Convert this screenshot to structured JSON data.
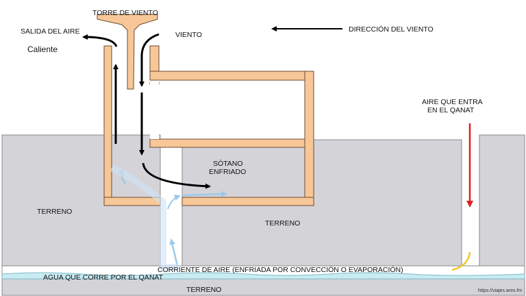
{
  "labels": {
    "tower": "TORRE DE VIENTO",
    "hot_air_exit": "SALIDA DEL AIRE",
    "hot": "Caliente",
    "wind": "VIENTO",
    "wind_direction": "DIRECCIÓN DEL VIENTO",
    "air_in_line1": "AIRE QUE ENTRA",
    "air_in_line2": "EN EL QANAT",
    "basement_line1": "SÓTANO",
    "basement_line2": "ENFRIADO",
    "ground_left": "TERRENO",
    "ground_center": "TERRENO",
    "ground_bottom": "TERRENO",
    "air_current": "CORRIENTE DE AIRE (ENFRIADA POR CONVECCIÓN O EVAPORACIÓN)",
    "water": "AGUA QUE CORRE POR EL QANAT",
    "source": "https://viajes.ares.fm"
  },
  "colors": {
    "ground": "#d4d3d8",
    "wall": "#f7c797",
    "wall_stroke": "#6b4a2f",
    "cool_air": "#9cc8ea",
    "incoming_air": "#e01e1e",
    "warm_flow": "#f2c531",
    "water": "#c9ecf2",
    "arrow": "#000000"
  }
}
